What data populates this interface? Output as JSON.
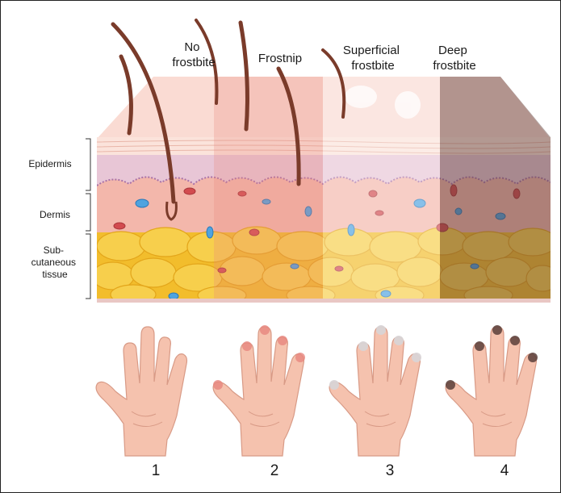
{
  "stages": [
    {
      "label_lines": [
        "No",
        "frostbite"
      ],
      "number": "1"
    },
    {
      "label_lines": [
        "Frostnip"
      ],
      "number": "2"
    },
    {
      "label_lines": [
        "Superficial",
        "frostbite"
      ],
      "number": "3"
    },
    {
      "label_lines": [
        "Deep",
        "frostbite"
      ],
      "number": "4"
    }
  ],
  "layers": {
    "epidermis": [
      "Epidermis"
    ],
    "dermis": [
      "Dermis"
    ],
    "subcutaneous": [
      "Sub-",
      "cutaneous",
      "tissue"
    ]
  },
  "colors": {
    "skin_surface": "#f6c7bd",
    "epidermis": "#e7c4d4",
    "dermis": "#f3b5aa",
    "fat": "#f4c332",
    "hair": "#7a3b2a",
    "hand": "#f5c2ae",
    "frostnip_tint": "#e8877f",
    "superficial_tint": "#ffffff",
    "deep_tint": "#5a3f3a"
  }
}
